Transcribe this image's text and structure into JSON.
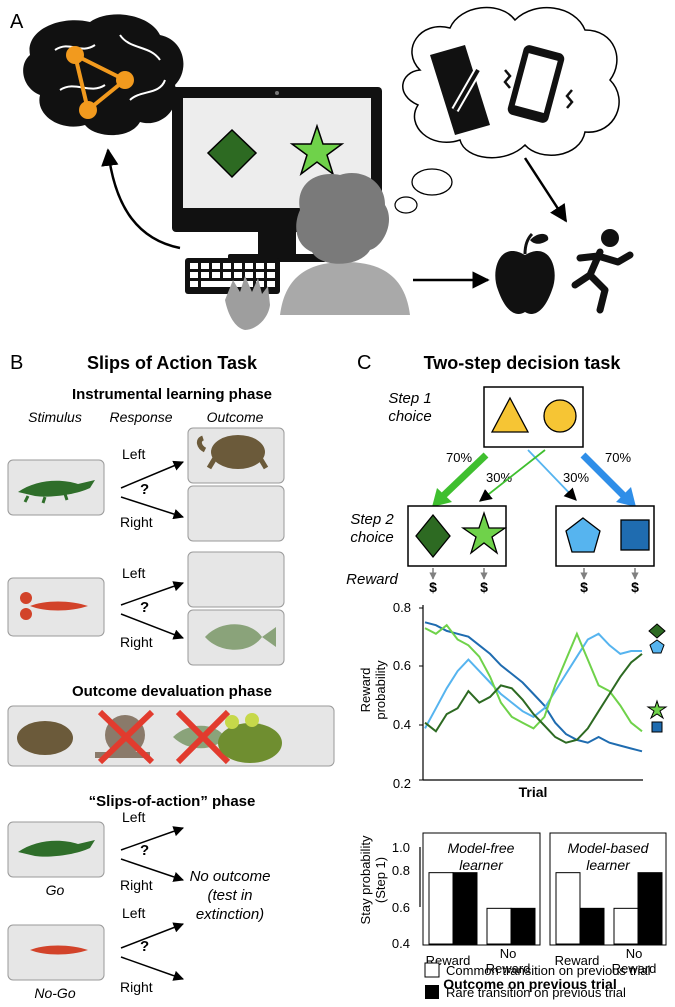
{
  "panel_labels": {
    "a": "A",
    "b": "B",
    "c": "C"
  },
  "colors": {
    "dark_green": "#2d6a22",
    "light_green": "#6fd24a",
    "light_blue": "#56b4ef",
    "dark_blue": "#1f6cb0",
    "yellow": "#f6c534",
    "orange": "#f29a1e"
  },
  "panel_b": {
    "title": "Slips of Action Task",
    "phase1_title": "Instrumental learning phase",
    "col_stimulus": "Stimulus",
    "col_response": "Response",
    "col_outcome": "Outcome",
    "left": "Left",
    "right": "Right",
    "question": "?",
    "phase2_title": "Outcome devaluation phase",
    "phase3_title": "“Slips-of-action” phase",
    "go": "Go",
    "nogo": "No-Go",
    "no_outcome": [
      "No outcome",
      "(test in",
      "extinction)"
    ]
  },
  "panel_c": {
    "title": "Two-step decision task",
    "step1": [
      "Step 1",
      "choice"
    ],
    "step2": [
      "Step 2",
      "choice"
    ],
    "reward": "Reward",
    "dollar": "$",
    "p_common": "70%",
    "p_rare": "30%"
  },
  "chart_data": [
    {
      "type": "line",
      "xlabel": "Trial",
      "ylabel": "Reward probability",
      "ylim": [
        0.2,
        0.8
      ],
      "yticks": [
        "0.8",
        "0.6",
        "0.4",
        "0.2"
      ],
      "series": [
        {
          "color": "#1f6cb0",
          "values": [
            0.75,
            0.74,
            0.72,
            0.71,
            0.7,
            0.67,
            0.64,
            0.6,
            0.57,
            0.54,
            0.5,
            0.46,
            0.4,
            0.36,
            0.34,
            0.33,
            0.35,
            0.33,
            0.32,
            0.31,
            0.3
          ]
        },
        {
          "color": "#56b4ef",
          "values": [
            0.38,
            0.45,
            0.52,
            0.58,
            0.62,
            0.58,
            0.54,
            0.5,
            0.47,
            0.44,
            0.42,
            0.45,
            0.51,
            0.57,
            0.63,
            0.69,
            0.71,
            0.67,
            0.64,
            0.65,
            0.65
          ]
        },
        {
          "color": "#6fd24a",
          "values": [
            0.73,
            0.71,
            0.74,
            0.69,
            0.67,
            0.63,
            0.56,
            0.47,
            0.42,
            0.4,
            0.38,
            0.42,
            0.53,
            0.62,
            0.71,
            0.62,
            0.53,
            0.51,
            0.46,
            0.4,
            0.37
          ]
        },
        {
          "color": "#2d6a22",
          "values": [
            0.4,
            0.37,
            0.43,
            0.45,
            0.51,
            0.47,
            0.49,
            0.53,
            0.52,
            0.48,
            0.43,
            0.39,
            0.35,
            0.33,
            0.34,
            0.38,
            0.44,
            0.5,
            0.56,
            0.61,
            0.64
          ]
        }
      ]
    },
    {
      "type": "bar",
      "xlabel": "Outcome on previous trial",
      "ylabel": "Stay probability (Step 1)",
      "ylim": [
        0.4,
        1.0
      ],
      "yticks": [
        "1.0",
        "0.8",
        "0.6",
        "0.4"
      ],
      "panels": [
        {
          "title": [
            "Model-free",
            "learner"
          ],
          "categories": [
            "Reward",
            "No Reward"
          ],
          "common": [
            0.8,
            0.6
          ],
          "rare": [
            0.8,
            0.6
          ]
        },
        {
          "title": [
            "Model-based",
            "learner"
          ],
          "categories": [
            "Reward",
            "No Reward"
          ],
          "common": [
            0.8,
            0.6
          ],
          "rare": [
            0.6,
            0.8
          ]
        }
      ],
      "legend": [
        "Common transition on previous trial",
        "Rare transition on previous trial"
      ],
      "category_lines": [
        [
          "Reward"
        ],
        [
          "No",
          "Reward"
        ]
      ]
    }
  ]
}
